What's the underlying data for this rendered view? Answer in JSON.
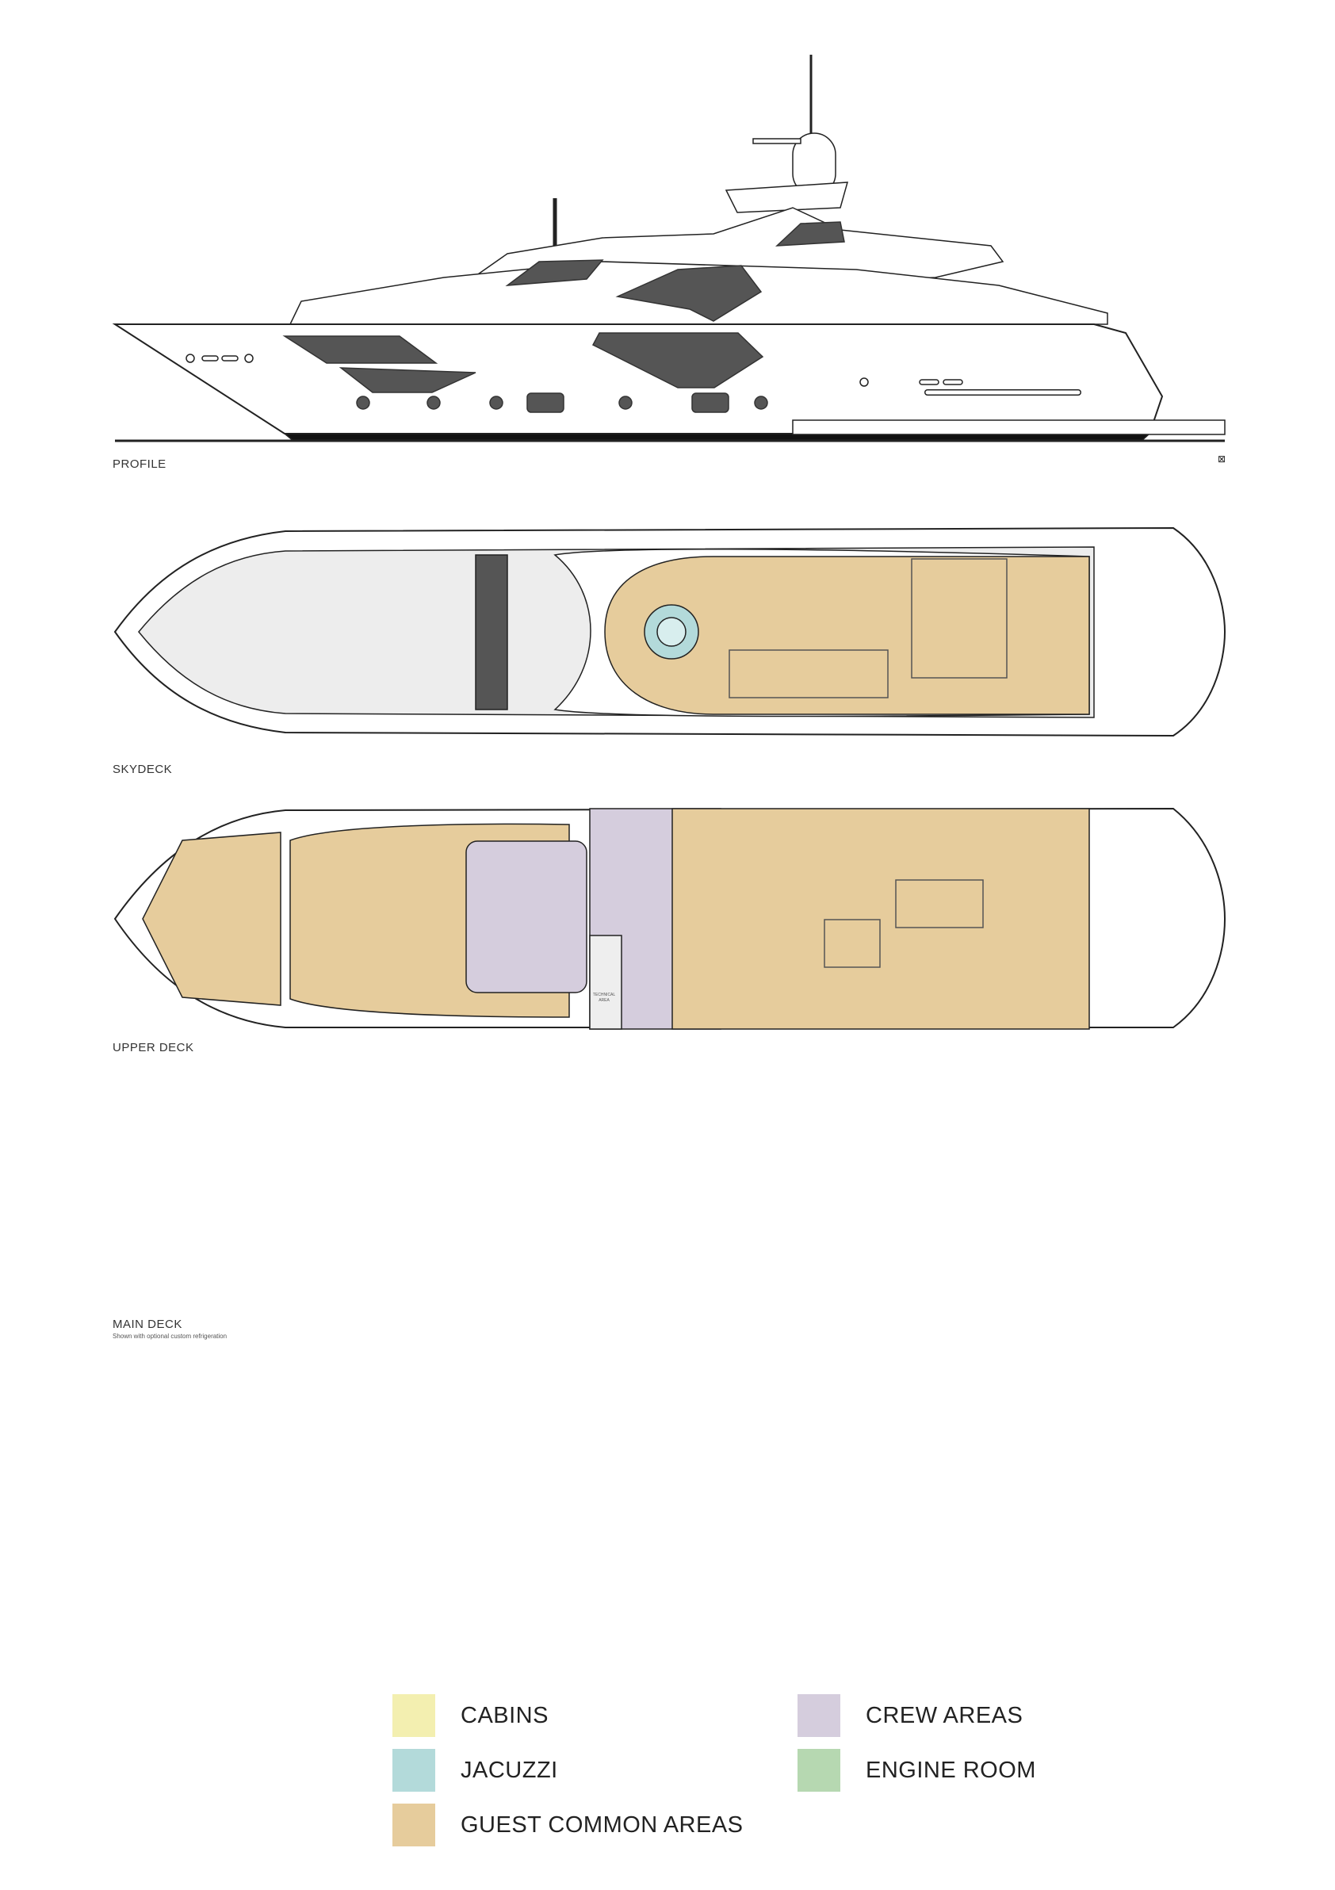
{
  "labels": {
    "profile": "PROFILE",
    "skydeck": "SKYDECK",
    "upper_deck": "UPPER DECK",
    "main_deck": "MAIN DECK",
    "main_deck_note": "Shown with optional custom refrigeration",
    "technical_area": "TECHNICAL AREA"
  },
  "colors": {
    "cabins": "#f3efb0",
    "jacuzzi": "#b3dada",
    "guest_common": "#e6cc9c",
    "crew": "#d5cddd",
    "engine": "#b6d8b1",
    "window": "#555555",
    "deck_gray": "#e2e2e2"
  },
  "legend": [
    {
      "label": "CABINS",
      "color": "#f3efb0"
    },
    {
      "label": "JACUZZI",
      "color": "#b3dada"
    },
    {
      "label": "GUEST COMMON AREAS",
      "color": "#e6cc9c"
    },
    {
      "label": "CREW AREAS",
      "color": "#d5cddd"
    },
    {
      "label": "ENGINE ROOM",
      "color": "#b6d8b1"
    }
  ]
}
